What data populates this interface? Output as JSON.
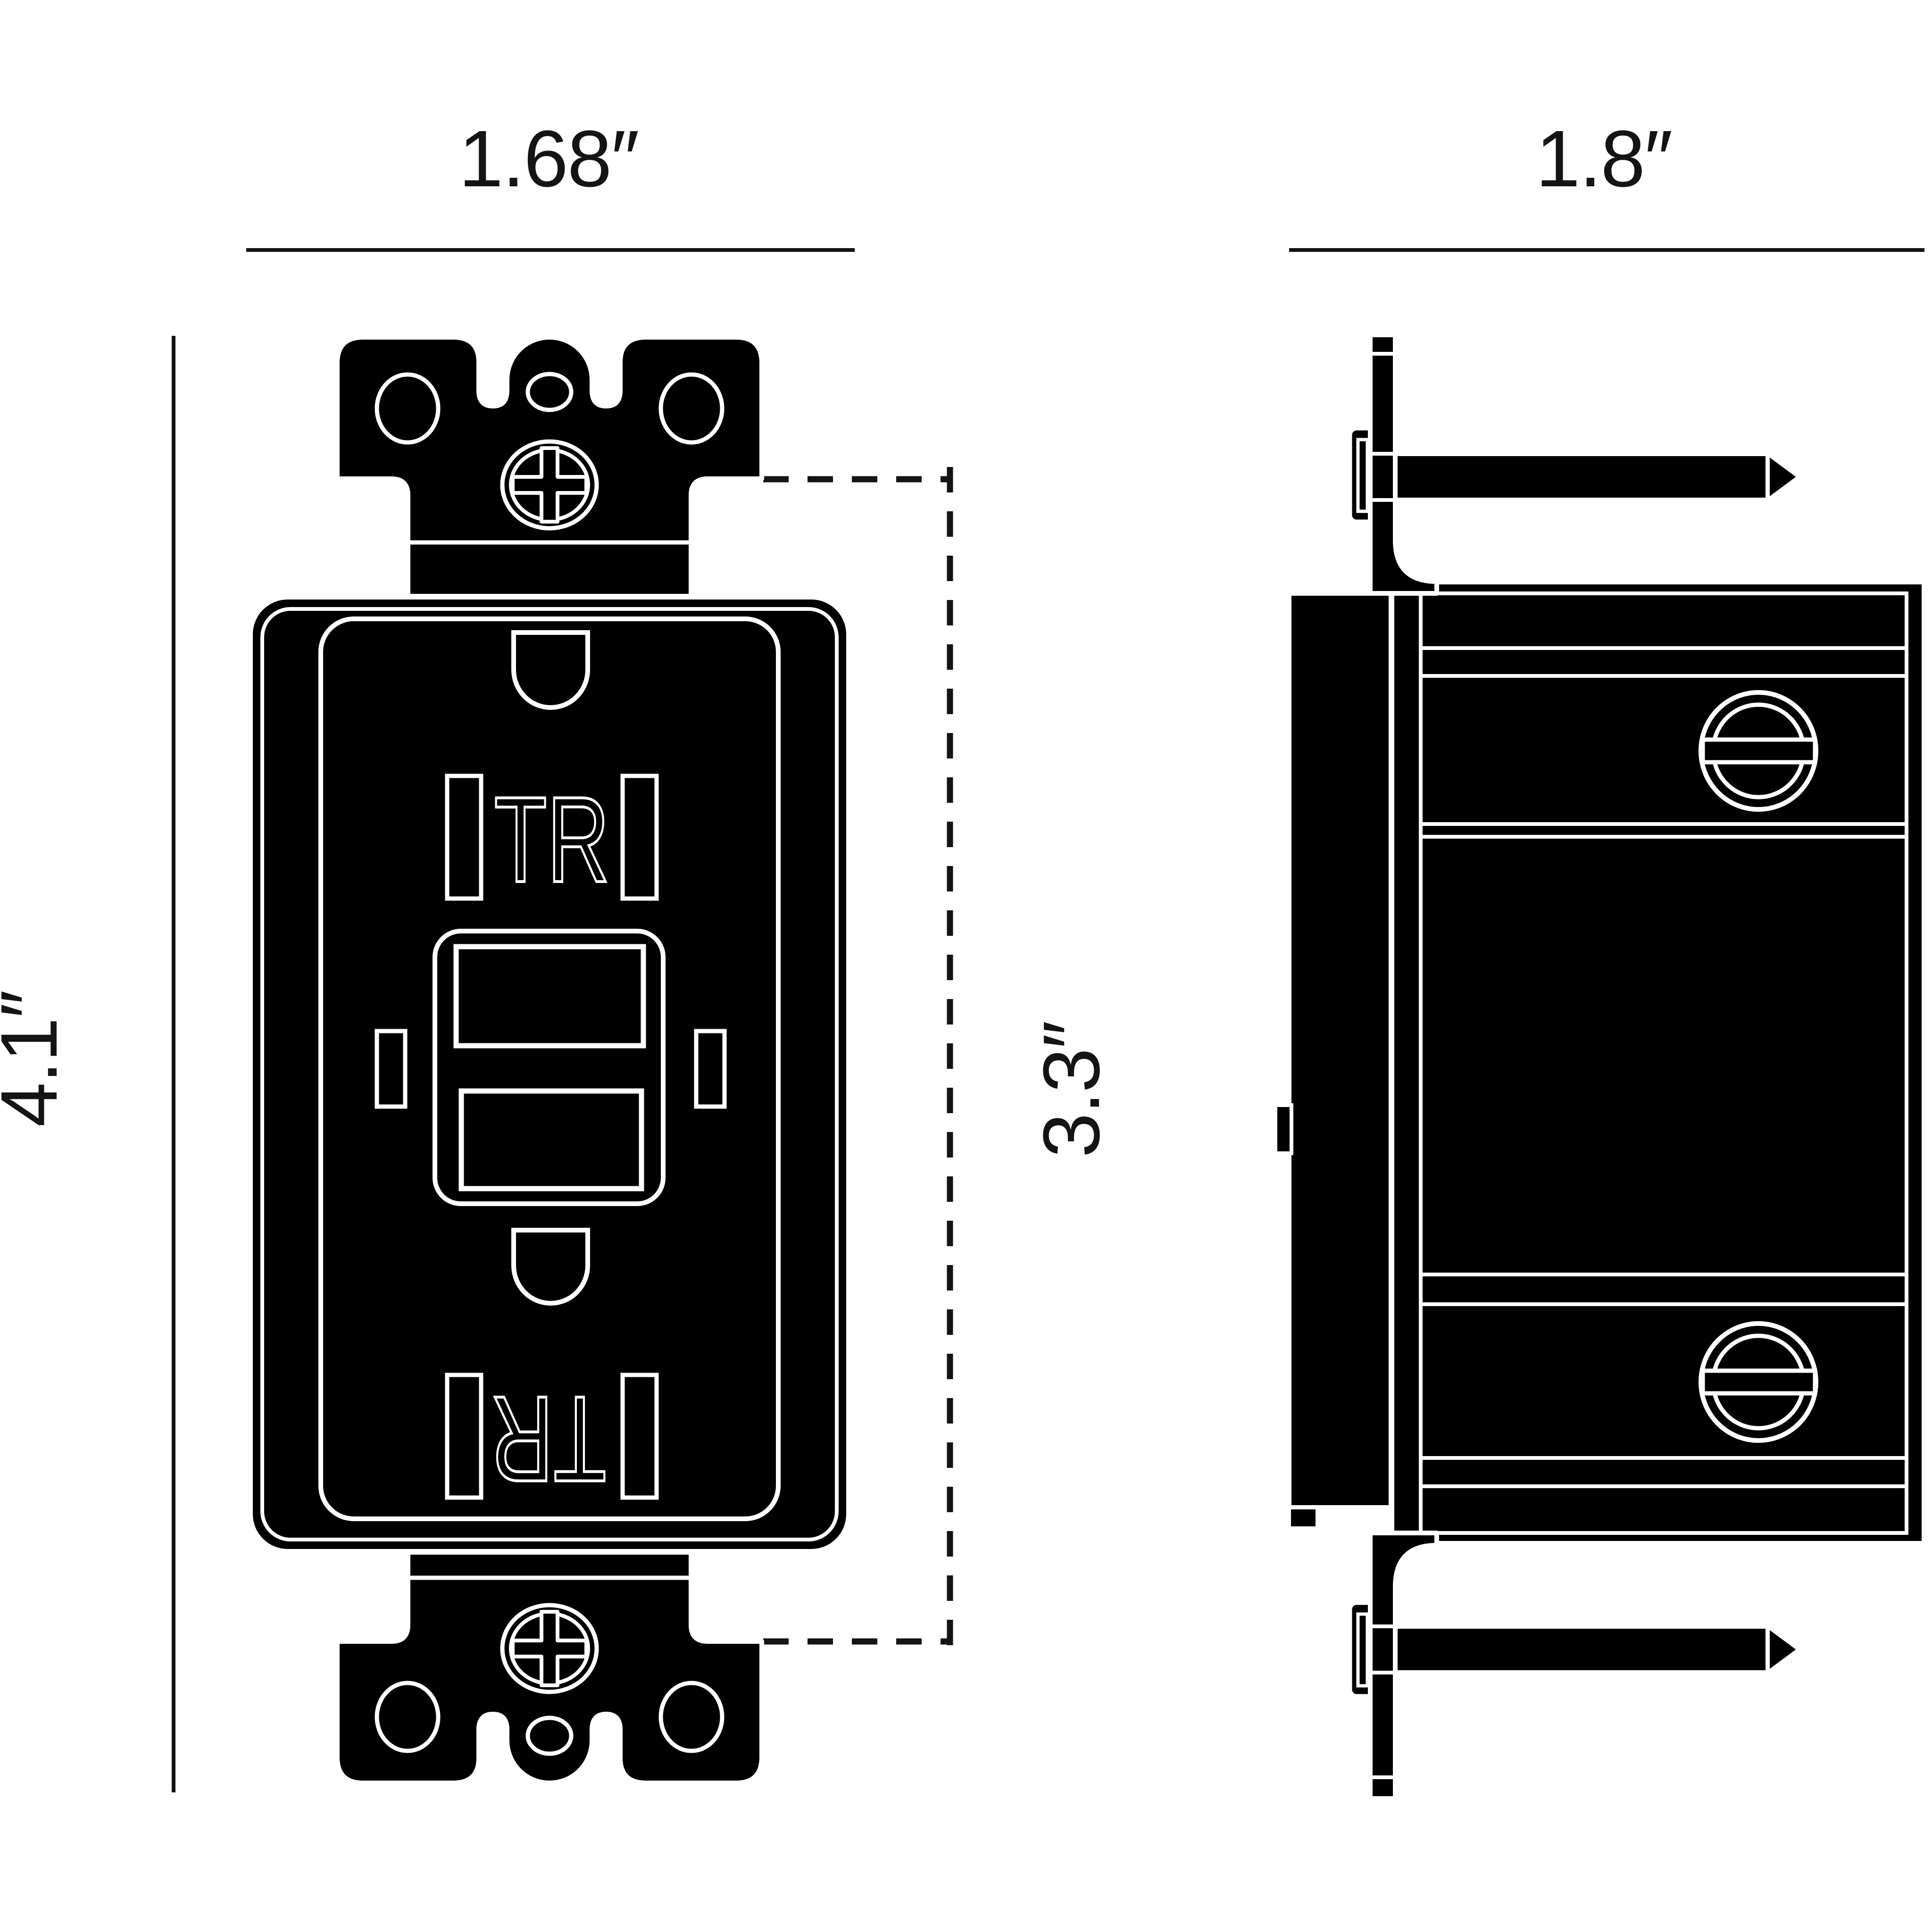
{
  "drawing": {
    "type": "technical-dimension-drawing",
    "subject": "Tamper-resistant GFCI outlet receptacle, front and side elevation views",
    "colors": {
      "ink": "#000000",
      "engraved_line": "#ffffff",
      "background": "#ffffff",
      "dimension_ink": "#141414"
    },
    "front_view": {
      "width_label": "1.68″",
      "height_label": "4.1″",
      "tr_marking_top": "TR",
      "tr_marking_bottom": "TR"
    },
    "side_view": {
      "width_label": "1.8″",
      "height_label": "3.3″"
    }
  }
}
